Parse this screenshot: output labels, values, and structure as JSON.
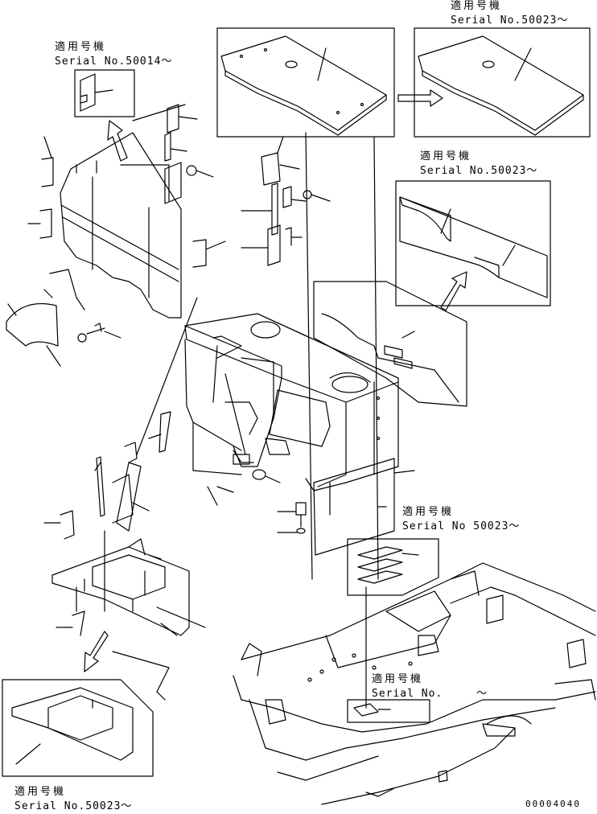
{
  "notes": {
    "n1": {
      "heading": "適用号機",
      "serial": "Serial No.50014～"
    },
    "n2": {
      "heading": "適用号機",
      "serial": "Serial No.50023～"
    },
    "n3": {
      "heading": "適用号機",
      "serial": "Serial No.50023～"
    },
    "n4": {
      "heading": "適用号機",
      "serial": "Serial No 50023～"
    },
    "n5": {
      "heading": "適用号機",
      "serial": "Serial No.",
      "suffix": "～"
    },
    "n6": {
      "heading": "適用号機",
      "serial": "Serial No.50023～"
    }
  },
  "drawing_code": "00004040"
}
